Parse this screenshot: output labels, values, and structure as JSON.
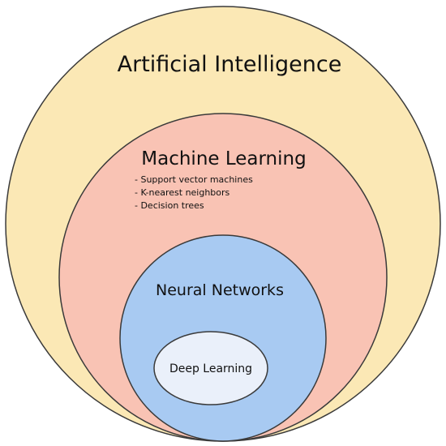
{
  "diagram": {
    "type": "nested-sets",
    "colors": {
      "outline": "#3a3a3a",
      "ai_fill": "#fbe8b5",
      "ml_fill": "#f9c3b4",
      "nn_fill": "#a8caf2",
      "dl_fill": "#eaf0fa"
    },
    "ai": {
      "label": "Artificial Intelligence"
    },
    "ml": {
      "label": "Machine Learning",
      "items": [
        "- Support vector machines",
        "- K-nearest neighbors",
        "- Decision trees"
      ]
    },
    "nn": {
      "label": "Neural Networks"
    },
    "dl": {
      "label": "Deep Learning"
    }
  }
}
